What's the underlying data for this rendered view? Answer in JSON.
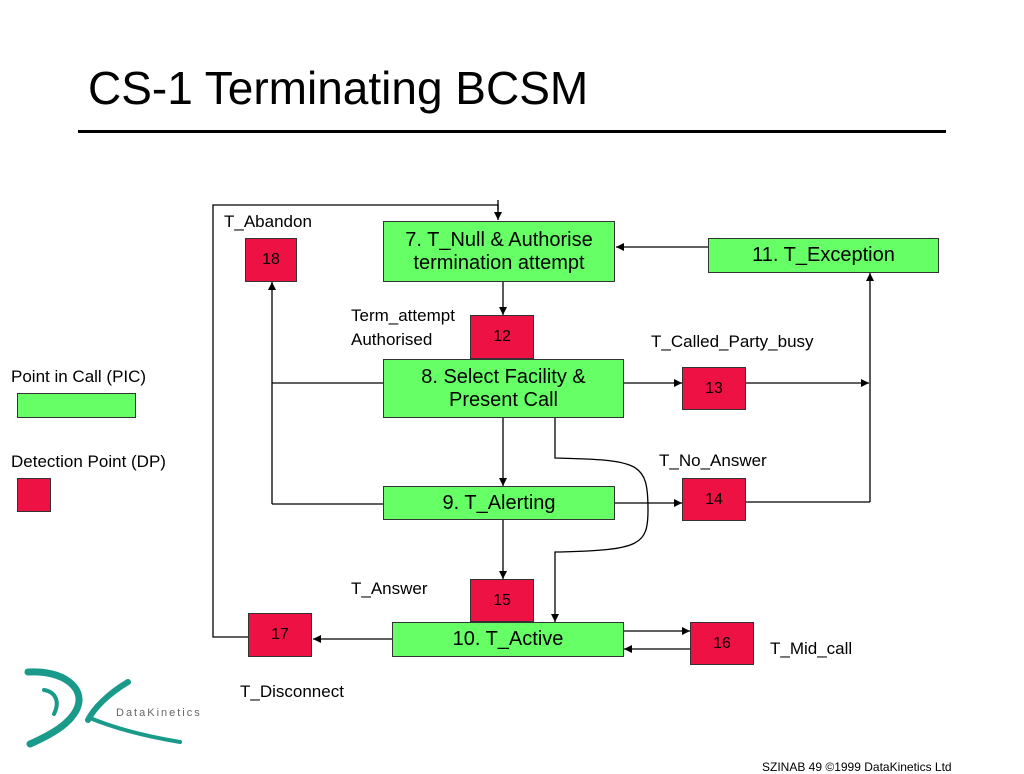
{
  "slide": {
    "title": "CS-1 Terminating BCSM",
    "footer": "SZINAB 49   ©1999 DataKinetics Ltd"
  },
  "legend": {
    "pic_label": "Point in Call (PIC)",
    "dp_label": "Detection Point (DP)"
  },
  "pics": {
    "t_null": "7. T_Null & Authorise termination attempt",
    "select_facility": "8. Select Facility & Present Call",
    "t_alerting": "9. T_Alerting",
    "t_active": "10. T_Active",
    "t_exception": "11. T_Exception"
  },
  "dps": {
    "dp12": "12",
    "dp13": "13",
    "dp14": "14",
    "dp15": "15",
    "dp16": "16",
    "dp17": "17",
    "dp18": "18"
  },
  "labels": {
    "t_abandon": "T_Abandon",
    "term_attempt": "Term_attempt Authorised",
    "t_called_party_busy": "T_Called_Party_busy",
    "t_no_answer": "T_No_Answer",
    "t_answer": "T_Answer",
    "t_mid_call": "T_Mid_call",
    "t_disconnect": "T_Disconnect"
  },
  "logo": {
    "wordmark": "DataKinetics",
    "color": "#1a9a8a"
  },
  "colors": {
    "pic_fill": "#66ff66",
    "dp_fill": "#ee1144"
  }
}
